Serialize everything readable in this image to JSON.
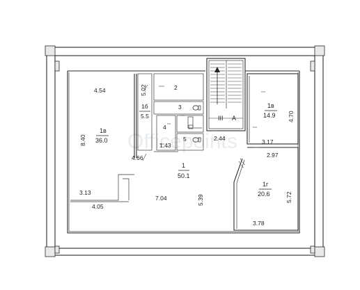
{
  "watermark": "Officepoints",
  "rooms": [
    {
      "id": "room-1-main",
      "number": "1",
      "area": "50.1"
    },
    {
      "id": "room-1v-left",
      "number": "1в",
      "area": "36.0"
    },
    {
      "id": "room-1v-right",
      "number": "1в",
      "area": "14.9"
    },
    {
      "id": "room-1g",
      "number": "1г",
      "area": "20.6"
    },
    {
      "id": "room-1b",
      "number": "1б",
      "area": "5.5"
    },
    {
      "id": "room-2",
      "number": "2"
    },
    {
      "id": "room-3",
      "number": "3"
    },
    {
      "id": "room-4",
      "number": "4"
    },
    {
      "id": "room-5",
      "number": "5"
    }
  ],
  "stair": {
    "number": "III",
    "letter": "A"
  },
  "dimensions": [
    "4.54",
    "8.40",
    "3.13",
    "4.05",
    "5.02",
    "4.66",
    "1.43",
    "7.04",
    "5.39",
    "2.44",
    "3.17",
    "4.70",
    "2.97",
    "5.72",
    "3.78"
  ]
}
